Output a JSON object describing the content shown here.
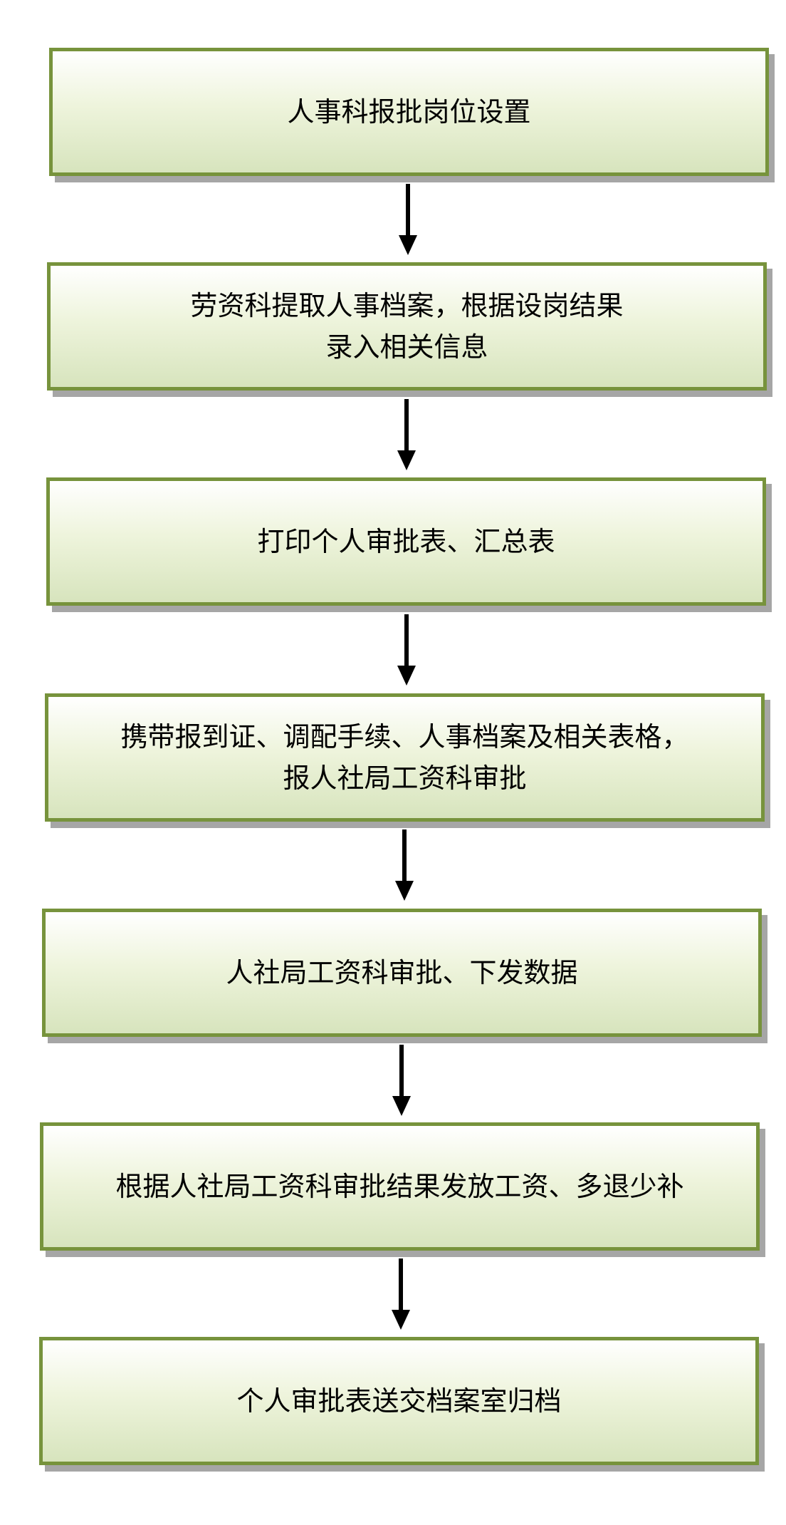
{
  "flowchart": {
    "steps": [
      {
        "lines": [
          "人事科报批岗位设置"
        ]
      },
      {
        "lines": [
          "劳资科提取人事档案，根据设岗结果",
          "录入相关信息"
        ]
      },
      {
        "lines": [
          "打印个人审批表、汇总表"
        ]
      },
      {
        "lines": [
          "携带报到证、调配手续、人事档案及相关表格，",
          "报人社局工资科审批"
        ]
      },
      {
        "lines": [
          "人社局工资科审批、下发数据"
        ]
      },
      {
        "lines": [
          "根据人社局工资科审批结果发放工资、多退少补"
        ]
      },
      {
        "lines": [
          "个人审批表送交档案室归档"
        ]
      }
    ],
    "colors": {
      "border": "#77933c",
      "fill_top": "#ffffff",
      "fill_bottom": "#d7e4bd",
      "shadow": "#a6a6a6",
      "arrow": "#000000"
    }
  }
}
